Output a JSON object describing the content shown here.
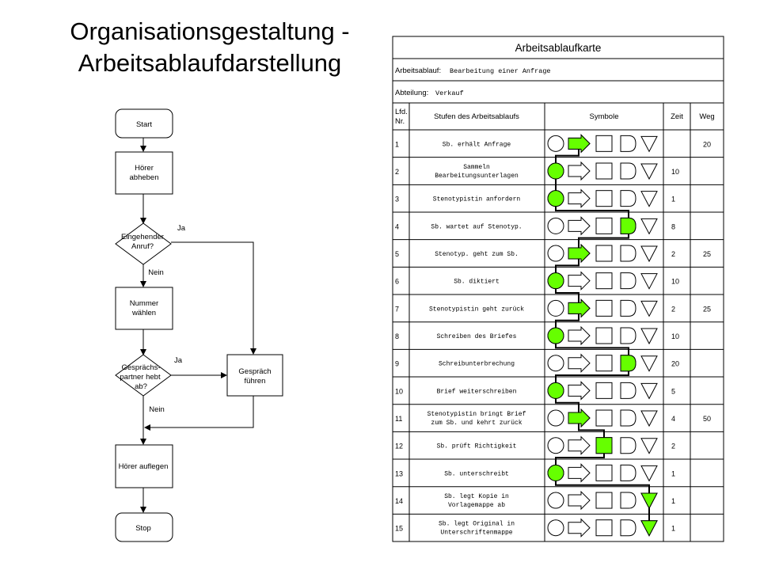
{
  "title": {
    "line1": "Organisationsgestaltung -",
    "line2": "Arbeitsablaufdarstellung"
  },
  "flowchart": {
    "start": "Start",
    "step1": [
      "Hörer",
      "abheben"
    ],
    "decision1": [
      "Eingehender",
      "Anruf?"
    ],
    "yes1": "Ja",
    "no1": "Nein",
    "step2": [
      "Nummer",
      "wählen"
    ],
    "decision2": [
      "Gesprächs-",
      "partner hebt",
      "ab?"
    ],
    "yes2": "Ja",
    "no2": "Nein",
    "talk": [
      "Gespräch",
      "führen"
    ],
    "hangup": "Hörer auflegen",
    "stop": "Stop"
  },
  "card": {
    "title": "Arbeitsablaufkarte",
    "process_label": "Arbeitsablauf:",
    "process_value": "Bearbeitung einer Anfrage",
    "dept_label": "Abteilung:",
    "dept_value": "Verkauf",
    "headers": {
      "nr": [
        "Lfd.",
        "Nr."
      ],
      "steps": "Stufen des Arbeitsablaufs",
      "symbols": "Symbole",
      "time": "Zeit",
      "way": "Weg"
    },
    "symbol_types": [
      "operation-circle",
      "transport-arrow",
      "inspection-square",
      "delay-d",
      "storage-triangle"
    ],
    "highlight_color": "#66ff00",
    "rows": [
      {
        "nr": "1",
        "text": [
          "Sb. erhält Anfrage"
        ],
        "sym": 1,
        "time": "",
        "way": "20"
      },
      {
        "nr": "2",
        "text": [
          "Sammeln",
          "Bearbeitungsunterlagen"
        ],
        "sym": 0,
        "time": "10",
        "way": ""
      },
      {
        "nr": "3",
        "text": [
          "Stenotypistin anfordern"
        ],
        "sym": 0,
        "time": "1",
        "way": ""
      },
      {
        "nr": "4",
        "text": [
          "Sb. wartet auf Stenotyp."
        ],
        "sym": 3,
        "time": "8",
        "way": ""
      },
      {
        "nr": "5",
        "text": [
          "Stenotyp. geht zum Sb."
        ],
        "sym": 1,
        "time": "2",
        "way": "25"
      },
      {
        "nr": "6",
        "text": [
          "Sb. diktiert"
        ],
        "sym": 0,
        "time": "10",
        "way": ""
      },
      {
        "nr": "7",
        "text": [
          "Stenotypistin geht zurück"
        ],
        "sym": 1,
        "time": "2",
        "way": "25"
      },
      {
        "nr": "8",
        "text": [
          "Schreiben des Briefes"
        ],
        "sym": 0,
        "time": "10",
        "way": ""
      },
      {
        "nr": "9",
        "text": [
          "Schreibunterbrechung"
        ],
        "sym": 3,
        "time": "20",
        "way": ""
      },
      {
        "nr": "10",
        "text": [
          "Brief weiterschreiben"
        ],
        "sym": 0,
        "time": "5",
        "way": ""
      },
      {
        "nr": "11",
        "text": [
          "Stenotypistin bringt Brief",
          "zum Sb. und kehrt zurück"
        ],
        "sym": 1,
        "time": "4",
        "way": "50"
      },
      {
        "nr": "12",
        "text": [
          "Sb. prüft Richtigkeit"
        ],
        "sym": 2,
        "time": "2",
        "way": ""
      },
      {
        "nr": "13",
        "text": [
          "Sb. unterschreibt"
        ],
        "sym": 0,
        "time": "1",
        "way": ""
      },
      {
        "nr": "14",
        "text": [
          "Sb. legt Kopie in",
          "Vorlagemappe ab"
        ],
        "sym": 4,
        "time": "1",
        "way": ""
      },
      {
        "nr": "15",
        "text": [
          "Sb. legt Original in",
          "Unterschriftenmappe"
        ],
        "sym": 4,
        "time": "1",
        "way": ""
      }
    ]
  }
}
